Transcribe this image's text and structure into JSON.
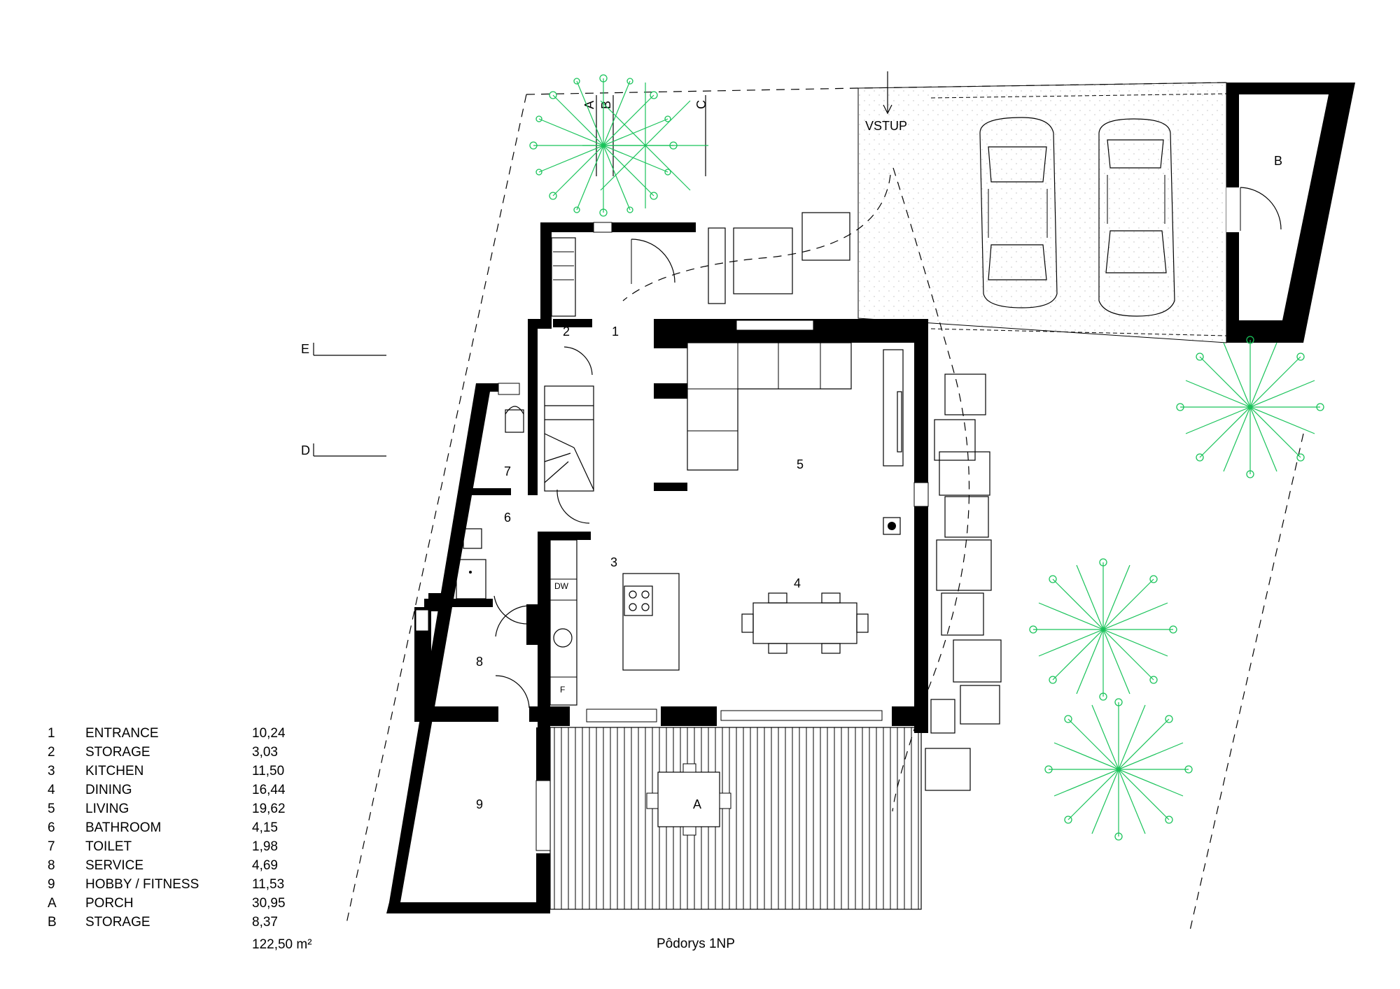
{
  "plan": {
    "title": "Pôdorys 1NP",
    "entry_label": "VSTUP",
    "section_marks": [
      "A",
      "B",
      "C",
      "D",
      "E"
    ],
    "room_numbers": [
      "1",
      "2",
      "3",
      "4",
      "5",
      "6",
      "7",
      "8",
      "9",
      "A",
      "B"
    ],
    "appliance_labels": {
      "dishwasher": "DW",
      "fridge": "F"
    }
  },
  "legend": {
    "rooms": [
      {
        "id": "1",
        "name": "ENTRANCE",
        "area": "10,24"
      },
      {
        "id": "2",
        "name": "STORAGE",
        "area": "3,03"
      },
      {
        "id": "3",
        "name": "KITCHEN",
        "area": "11,50"
      },
      {
        "id": "4",
        "name": "DINING",
        "area": "16,44"
      },
      {
        "id": "5",
        "name": "LIVING",
        "area": "19,62"
      },
      {
        "id": "6",
        "name": "BATHROOM",
        "area": "4,15"
      },
      {
        "id": "7",
        "name": "TOILET",
        "area": "1,98"
      },
      {
        "id": "8",
        "name": "SERVICE",
        "area": "4,69"
      },
      {
        "id": "9",
        "name": "HOBBY / FITNESS",
        "area": "11,53"
      },
      {
        "id": "A",
        "name": "PORCH",
        "area": "30,95"
      },
      {
        "id": "B",
        "name": "STORAGE",
        "area": "8,37"
      }
    ],
    "total": "122,50 m²"
  },
  "colors": {
    "walls": "#000000",
    "trees": "#19c35a",
    "background": "#ffffff"
  }
}
